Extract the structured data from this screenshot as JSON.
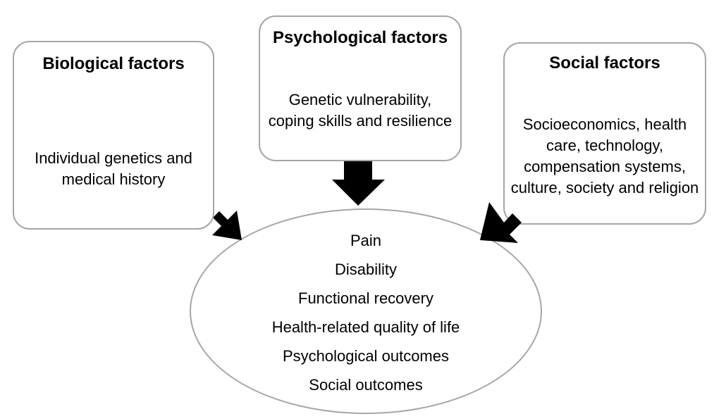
{
  "boxes": {
    "biological": {
      "title": "Biological factors",
      "body": "Individual genetics and medical history"
    },
    "psychological": {
      "title": "Psychological factors",
      "body": "Genetic vulnerability, coping skills and resilience"
    },
    "social": {
      "title": "Social factors",
      "body": "Socioeconomics, health care, technology, compensation systems, culture, society and religion"
    }
  },
  "outcomes": [
    "Pain",
    "Disability",
    "Functional recovery",
    "Health-related quality of life",
    "Psychological outcomes",
    "Social outcomes"
  ],
  "colors": {
    "border": "#a6a6a6",
    "arrow": "#000000"
  }
}
